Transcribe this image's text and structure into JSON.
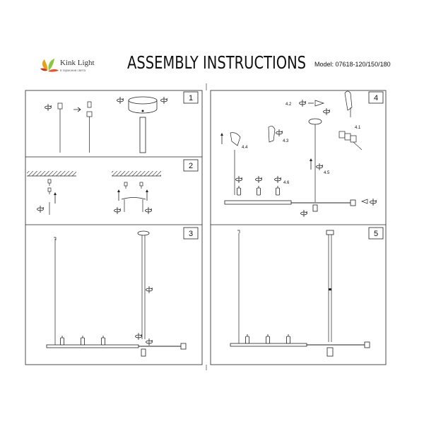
{
  "header": {
    "brand_name": "Kink Light",
    "brand_tagline": "в гармонии света",
    "title": "ASSEMBLY INSTRUCTIONS",
    "model": "Model: 07618-120/150/180"
  },
  "steps": [
    {
      "number": "1"
    },
    {
      "number": "2"
    },
    {
      "number": "3"
    },
    {
      "number": "4"
    },
    {
      "number": "5"
    }
  ],
  "step4_labels": [
    "4.1",
    "4.2",
    "4.3",
    "4.4",
    "4.5",
    "4.6"
  ],
  "icons": [
    "rotate-arrow-icon",
    "up-arrow-icon",
    "right-arrow-icon",
    "hand-icon",
    "screw-icon"
  ]
}
